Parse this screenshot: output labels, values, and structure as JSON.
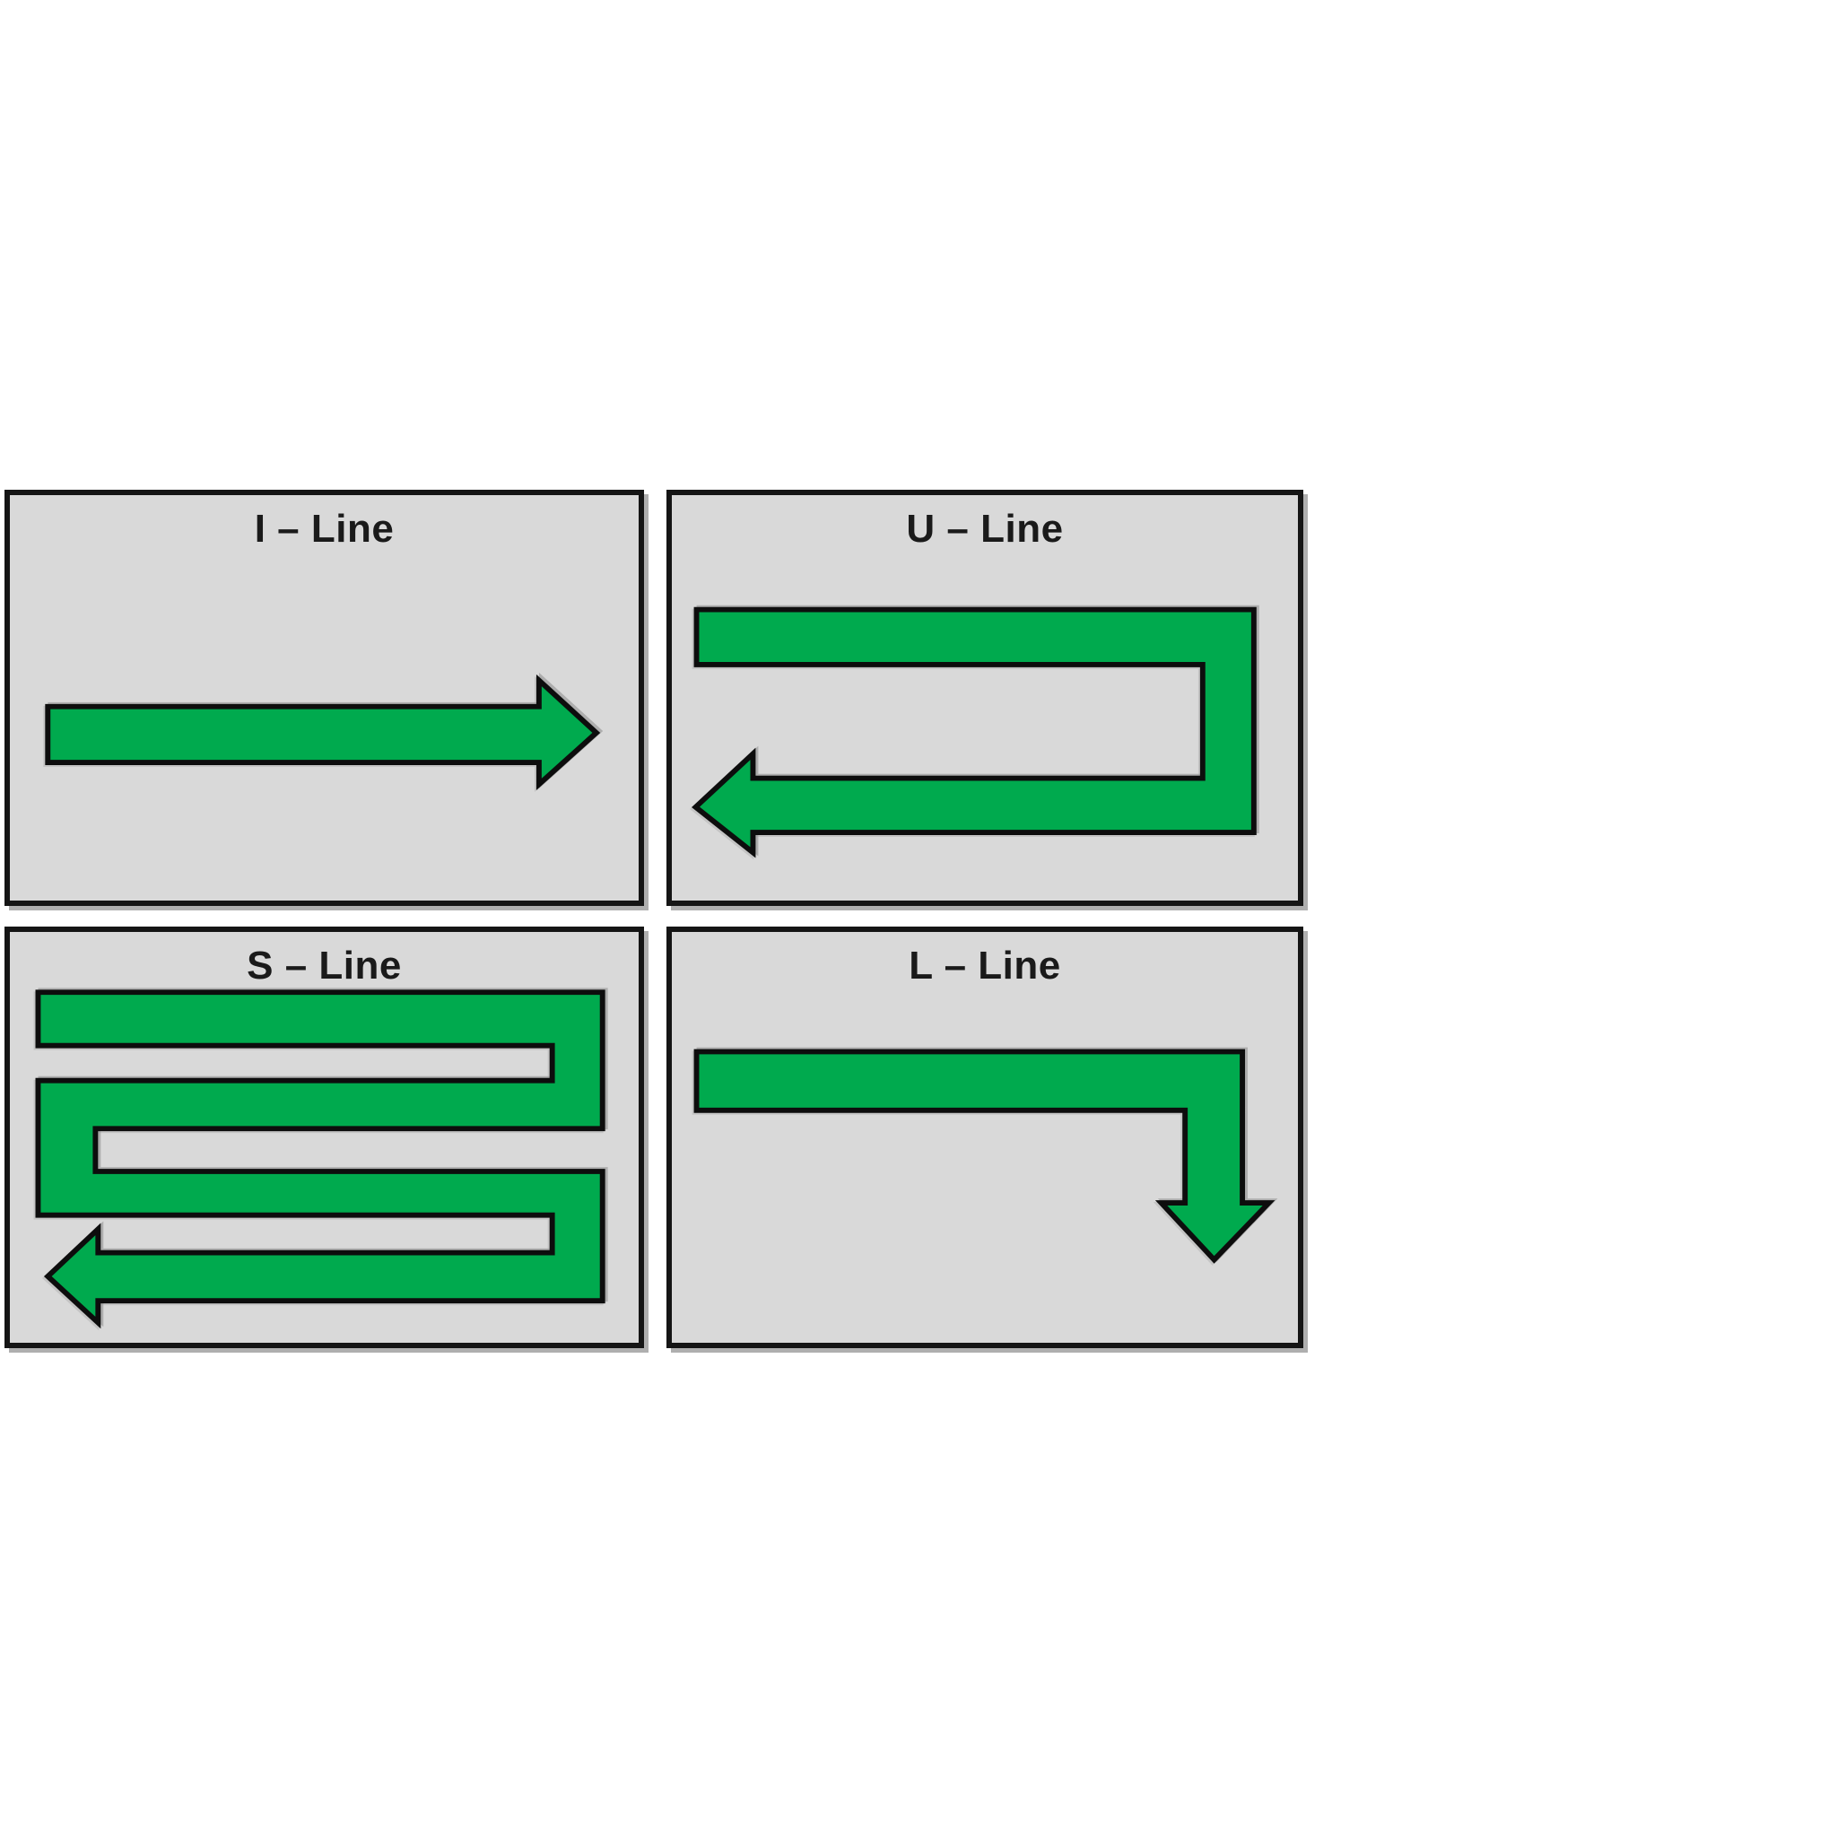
{
  "page": {
    "kind": "line-pattern diagram",
    "background": "#ffffff"
  },
  "colors": {
    "arrow_green": "#00AA4E",
    "arrow_outline": "#0d0d0d",
    "panel_bg": "#d9d9d9",
    "panel_border": "#151515",
    "title_color": "#1a1a1a",
    "shadow_gray": "#8f8f8f",
    "page_bg": "#ffffff"
  },
  "panels": [
    {
      "key": "i-line",
      "title": "I – Line",
      "arrow_pattern": "single straight pass, pointing right"
    },
    {
      "key": "u-line",
      "title": "U – Line",
      "arrow_pattern": "pass right, turn down at right, return left"
    },
    {
      "key": "s-line",
      "title": "S – Line",
      "arrow_pattern": "serpentine: four passes alternating right/left, ending left"
    },
    {
      "key": "l-line",
      "title": "L – Line",
      "arrow_pattern": "pass right, turn and point down"
    }
  ]
}
